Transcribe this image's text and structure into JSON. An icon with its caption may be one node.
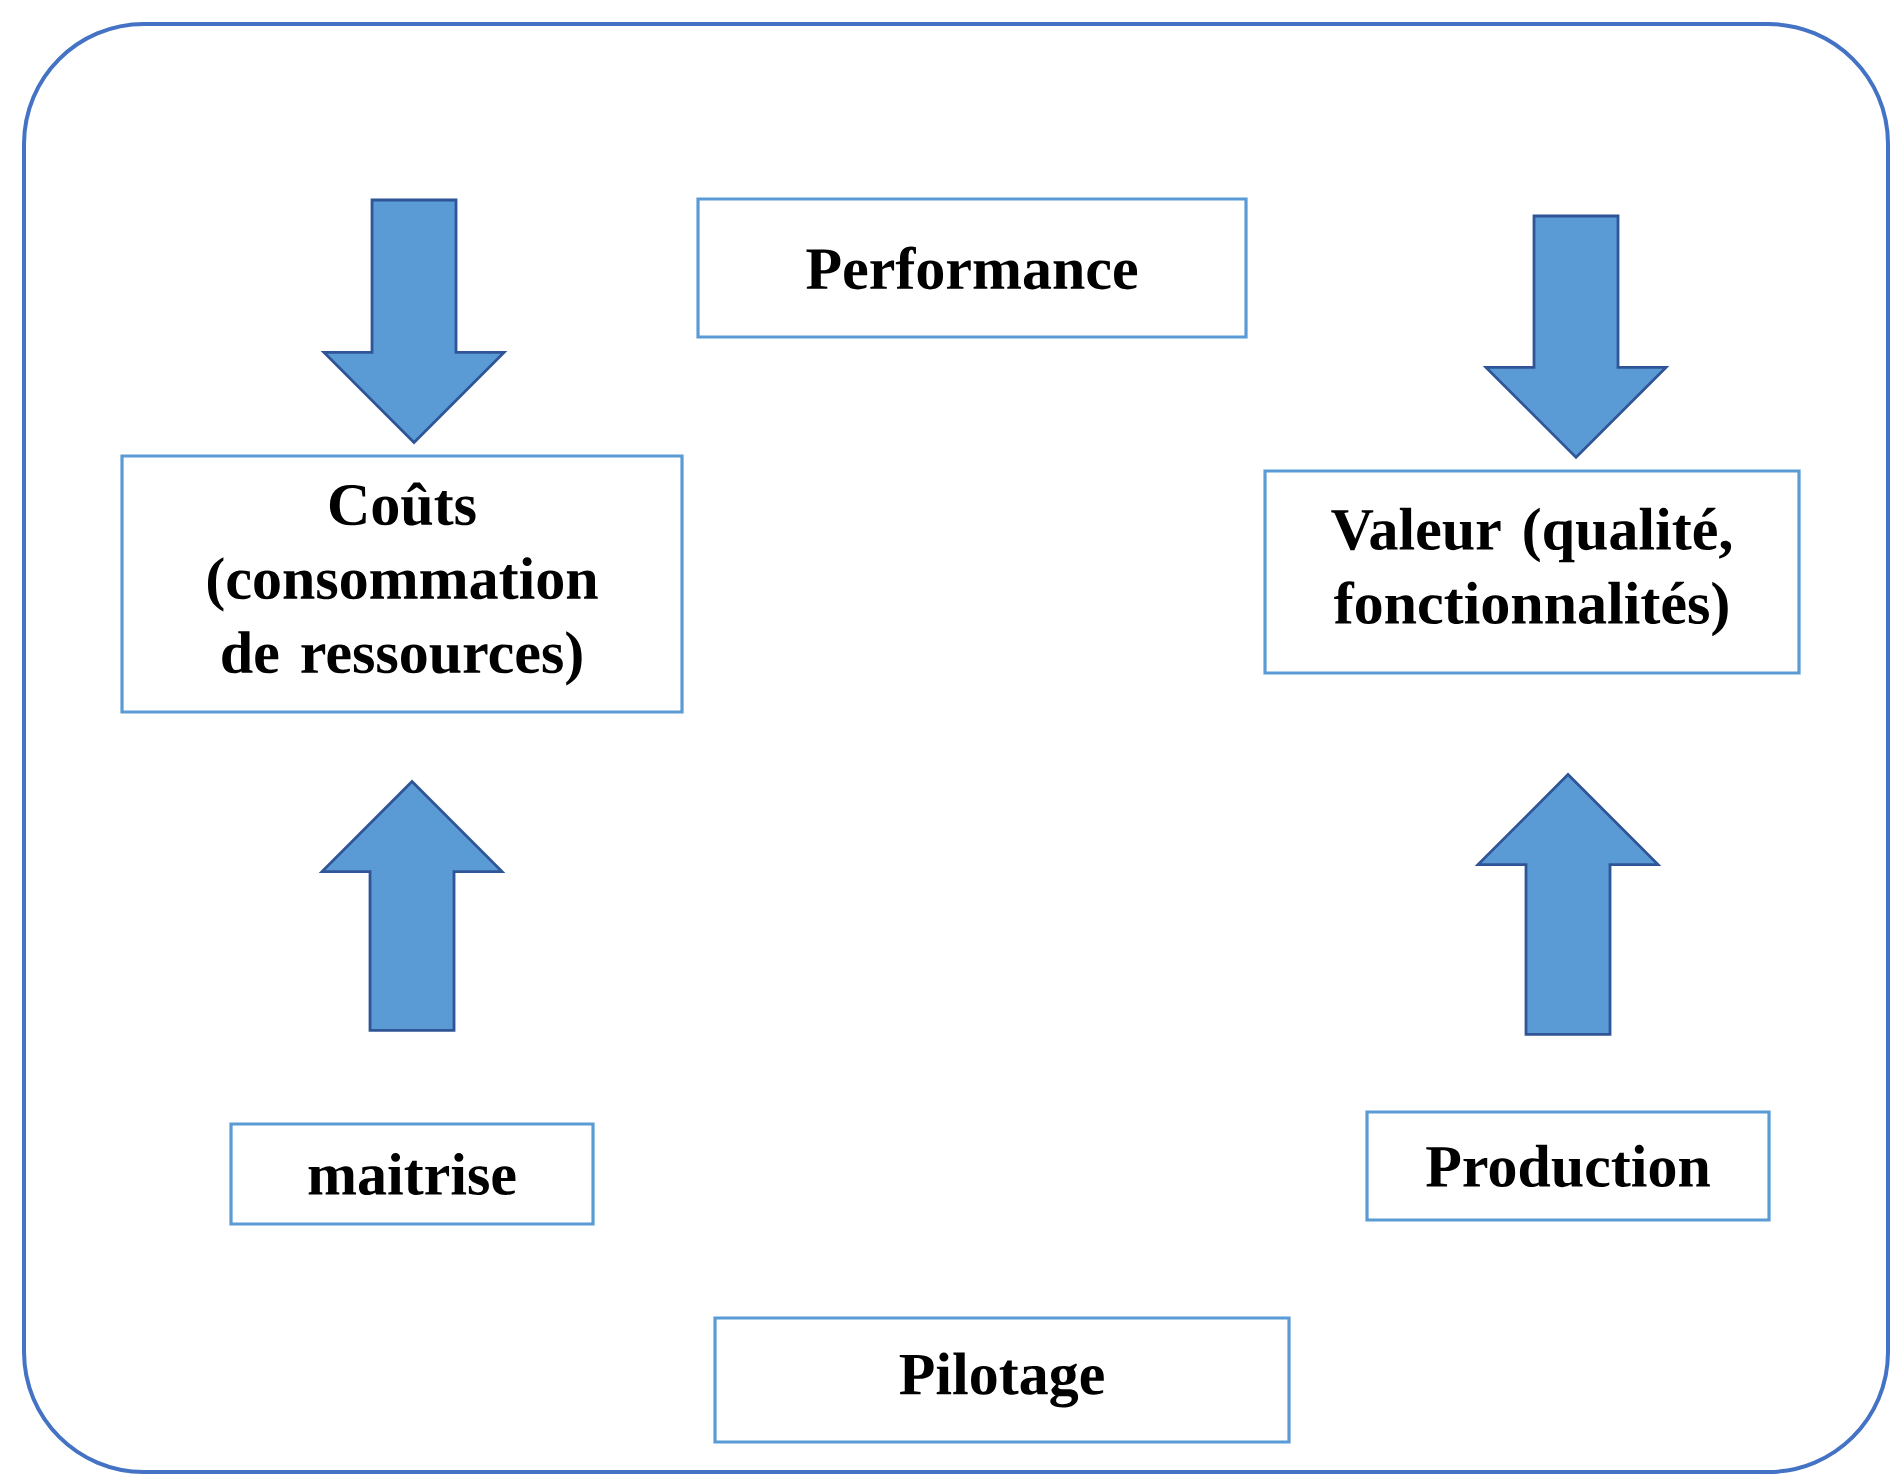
{
  "diagram": {
    "nodes": [
      {
        "text": [],
        "shape": "box"
      },
      {
        "text": [
          "Performance"
        ],
        "in": 0
      },
      {
        "text": [
          "Coûts (consommation de ressources)"
        ],
        "in": 0
      },
      {
        "text": [
          "Valeur (qualité, fonctionnalités)"
        ],
        "in": 0
      },
      {
        "text": [
          "maitrise"
        ],
        "in": 0
      },
      {
        "text": [
          "Production"
        ],
        "in": 0
      },
      {
        "text": [
          "Pilotage"
        ],
        "in": 0
      }
    ],
    "edges": [
      {
        "from": null,
        "to": 2,
        "arrow": "to"
      },
      {
        "from": null,
        "to": 3,
        "arrow": "to"
      },
      {
        "from": 4,
        "to": 2,
        "arrow": "to"
      },
      {
        "from": 5,
        "to": 3,
        "arrow": "to"
      }
    ]
  }
}
